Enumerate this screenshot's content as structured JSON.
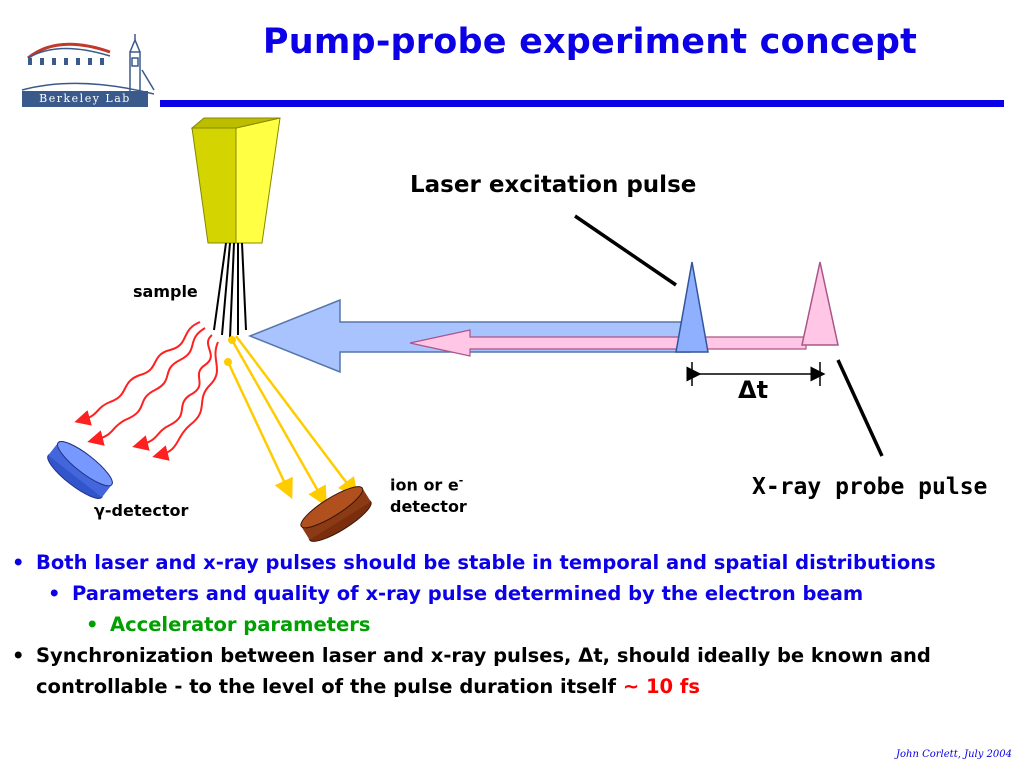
{
  "slide": {
    "title": "Pump-probe experiment concept",
    "logo_text": "Berkeley Lab",
    "footer": "John Corlett,  July 2004"
  },
  "diagram": {
    "laser_label": "Laser excitation pulse",
    "xray_label": "X-ray probe pulse",
    "delta_t_label": "Δt",
    "sample_label": "sample",
    "gamma_detector_label": "γ-detector",
    "ion_detector_line1": "ion or e",
    "ion_detector_superscript": "-",
    "ion_detector_line2": "detector",
    "colors": {
      "laser_pulse": "#8fb0ff",
      "xray_pulse": "#ffc6e6",
      "sample_block": "#d4d400",
      "gamma_rays": "#ff2020",
      "electron_rays": "#ffcc00",
      "gamma_detector": "#5577ee",
      "ion_detector": "#a84a1a"
    }
  },
  "bullets": [
    {
      "level": 1,
      "text": "Both laser and x-ray pulses should be stable in temporal and spatial distributions"
    },
    {
      "level": 2,
      "text": "Parameters and quality of x-ray pulse determined by the electron beam"
    },
    {
      "level": 3,
      "text": "Accelerator parameters"
    },
    {
      "level": 1,
      "text": "Synchronization between laser and x-ray pulses, Δt, should ideally be known and controllable - to the level of the pulse duration itself",
      "highlight": "~ 10 fs"
    }
  ],
  "theme": {
    "title_color": "#0b00e6",
    "level3_color": "#00a000",
    "highlight_color": "#ff0000"
  }
}
